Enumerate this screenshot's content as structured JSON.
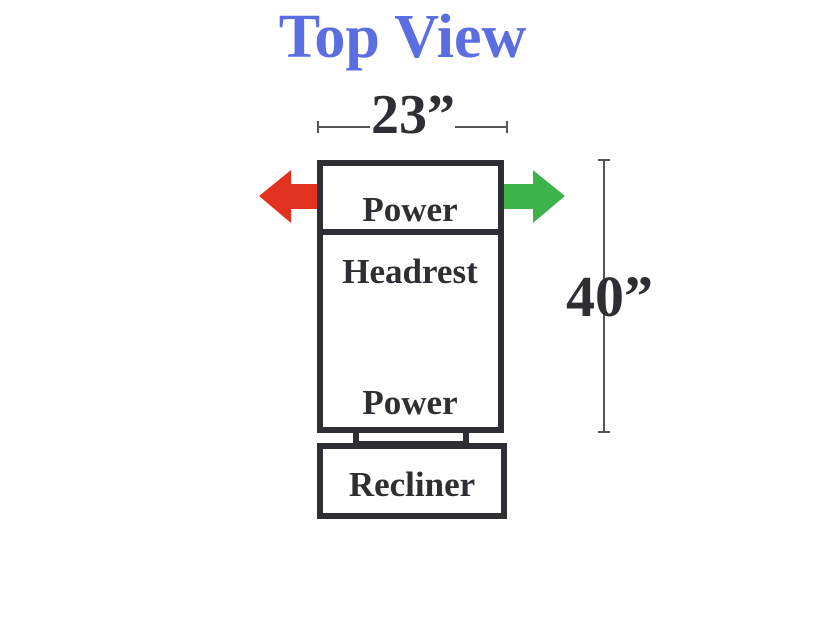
{
  "title": "Top View",
  "dimensions": {
    "width": "23”",
    "height": "40”"
  },
  "labels": {
    "power_top": "Power",
    "headrest": "Headrest",
    "power_bottom": "Power",
    "recliner": "Recliner"
  },
  "colors": {
    "title": "#5b6ee1",
    "outline": "#2e2e34",
    "text": "#2e2e34",
    "arrow_left": "#e0321e",
    "arrow_right": "#3cb44b",
    "dimension_line": "#555555"
  },
  "icons": {
    "left_arrow": "arrow-left-icon",
    "right_arrow": "arrow-right-icon"
  }
}
